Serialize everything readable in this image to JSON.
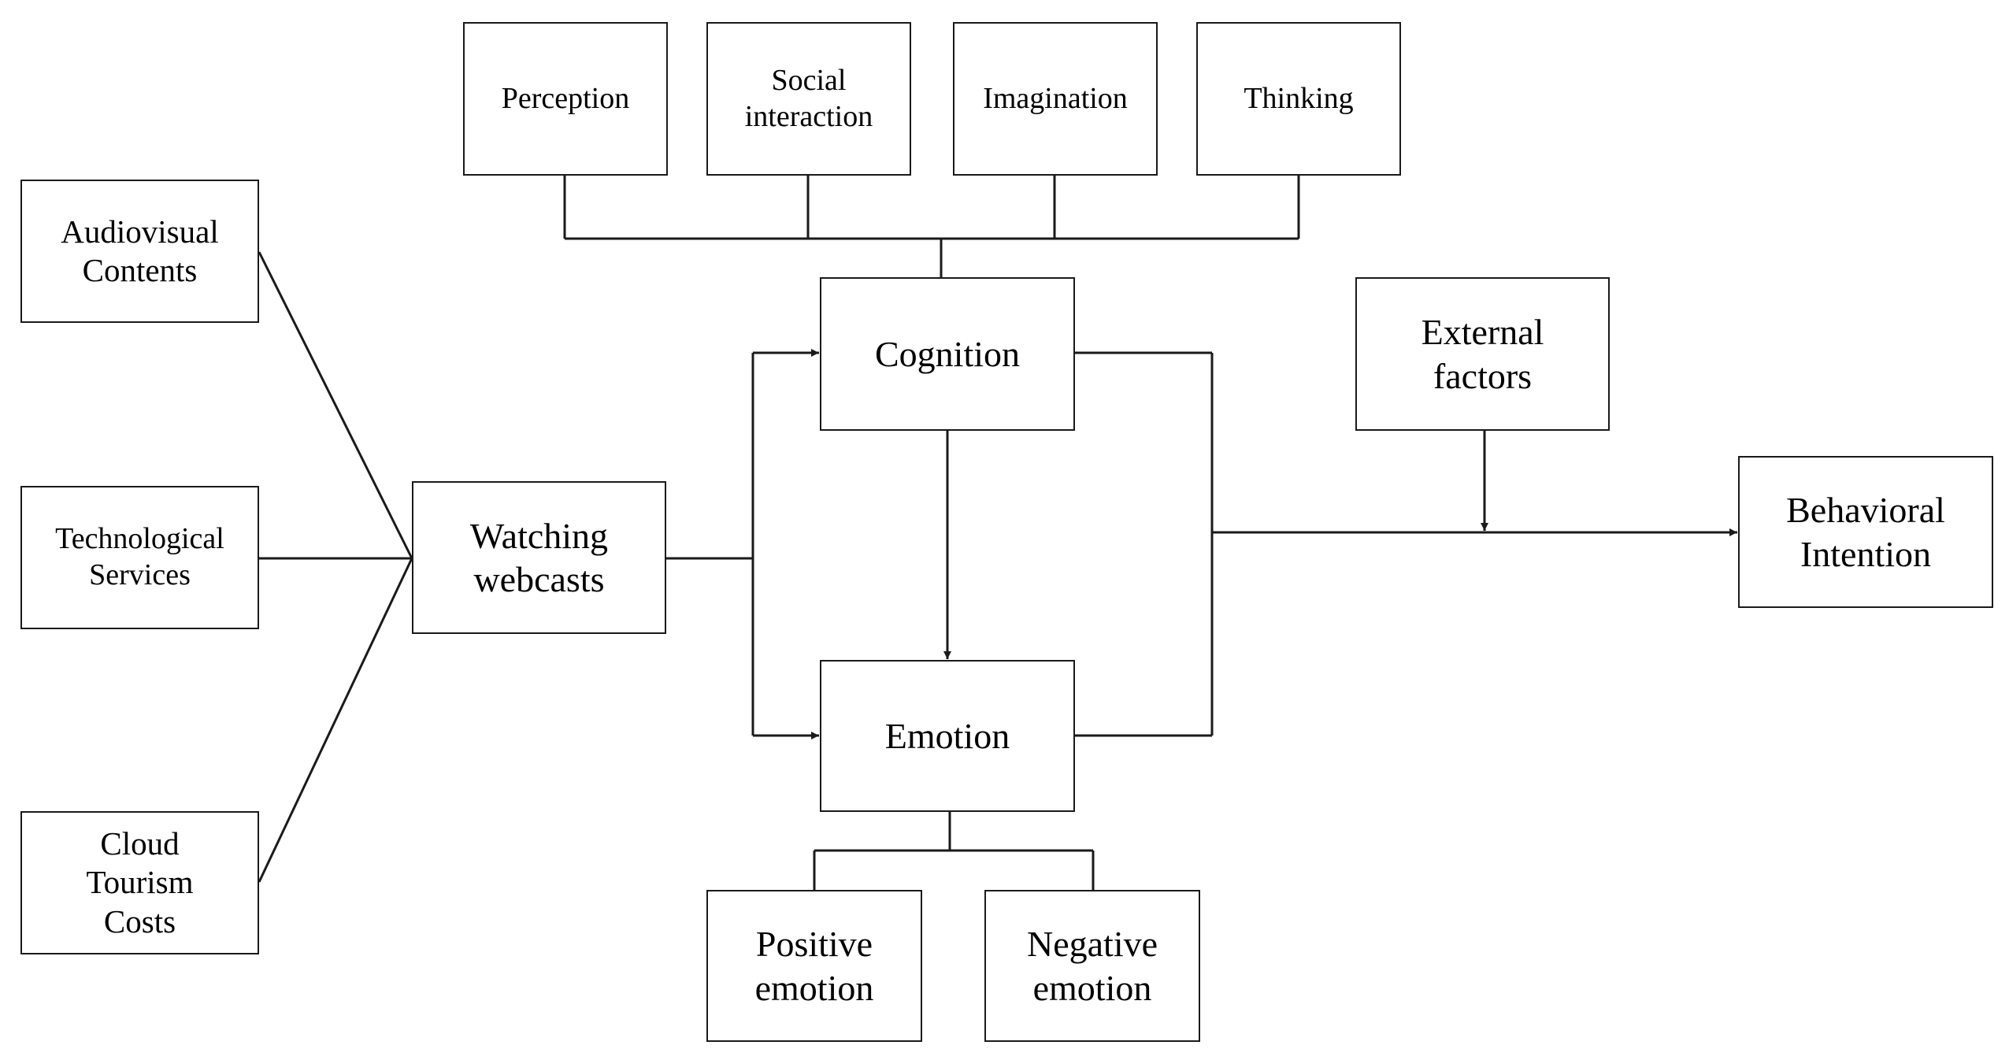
{
  "nodes": {
    "perception": "Perception",
    "social_interaction": [
      "Social",
      "interaction"
    ],
    "imagination": "Imagination",
    "thinking": "Thinking",
    "audiovisual_contents": [
      "Audiovisual",
      "Contents"
    ],
    "technological_services": [
      "Technological",
      "Services"
    ],
    "cloud_tourism_costs": [
      "Cloud",
      "Tourism",
      "Costs"
    ],
    "watching_webcasts": [
      "Watching",
      "webcasts"
    ],
    "cognition": "Cognition",
    "emotion": "Emotion",
    "external_factors": [
      "External",
      "factors"
    ],
    "behavioral_intention": [
      "Behavioral",
      "Intention"
    ],
    "positive_emotion": [
      "Positive",
      "emotion"
    ],
    "negative_emotion": [
      "Negative",
      "emotion"
    ]
  },
  "colors": {
    "line": "#1a1a1a",
    "box_fill": "#ffffff",
    "background": "#ffffff"
  }
}
